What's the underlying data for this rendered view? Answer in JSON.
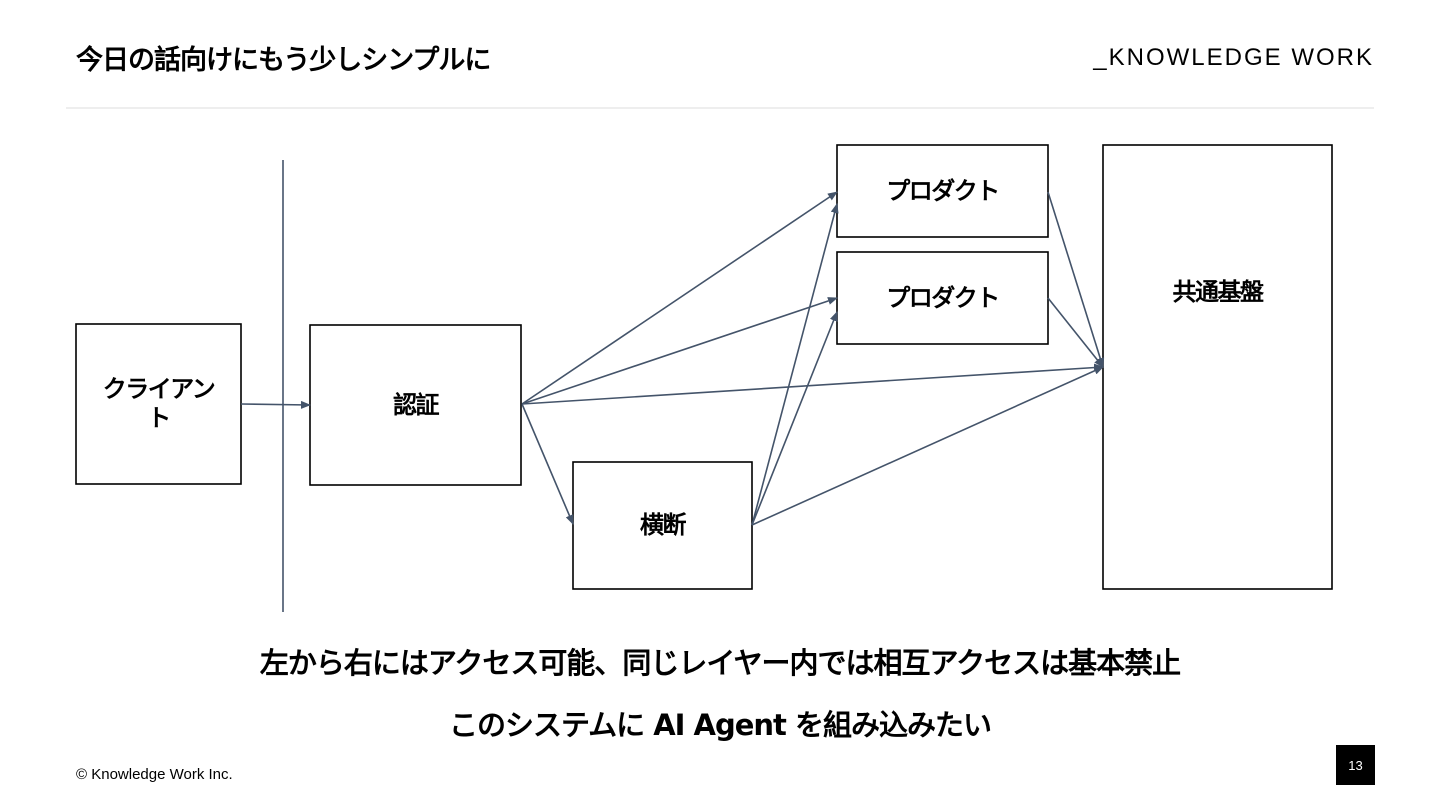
{
  "slide": {
    "title": "今日の話向けにもう少しシンプルに",
    "brand": "_KNOWLEDGE WORK",
    "copyright": "© Knowledge Work Inc.",
    "page_number": "13"
  },
  "diagram": {
    "nodes": {
      "client": "クライアン\nト",
      "auth": "認証",
      "product_1": "プロダクト",
      "product_2": "プロダクト",
      "cross": "横断",
      "platform": "共通基盤"
    },
    "edges": [
      [
        "client",
        "auth"
      ],
      [
        "auth",
        "product_1"
      ],
      [
        "auth",
        "product_2"
      ],
      [
        "auth",
        "platform"
      ],
      [
        "auth",
        "cross"
      ],
      [
        "cross",
        "product_1"
      ],
      [
        "cross",
        "product_2"
      ],
      [
        "cross",
        "platform"
      ],
      [
        "product_1",
        "platform"
      ],
      [
        "product_2",
        "platform"
      ]
    ],
    "colors": {
      "edge": "#44546a",
      "box_border": "#000000"
    }
  },
  "captions": {
    "line1": "左から右にはアクセス可能、同じレイヤー内では相互アクセスは基本禁止",
    "line2": "このシステムに AI Agent を組み込みたい"
  }
}
